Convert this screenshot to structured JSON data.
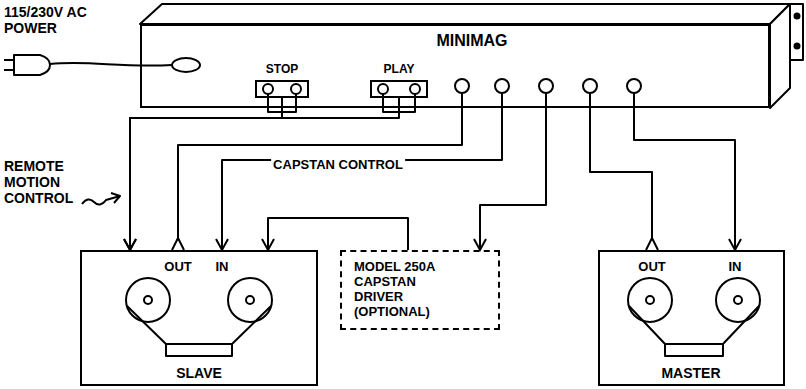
{
  "diagram": {
    "nodes": [
      {
        "text": [
          "MINIMAG"
        ]
      },
      {
        "text": [
          "STOP"
        ],
        "in": 0
      },
      {
        "text": [
          "PLAY"
        ],
        "in": 0
      },
      {
        "text": [
          "OUT",
          "IN",
          "SLAVE"
        ]
      },
      {
        "text": [
          "MODEL 250A CAPSTAN DRIVER (OPTIONAL)"
        ]
      },
      {
        "text": [
          "OUT",
          "IN",
          "MASTER"
        ]
      }
    ],
    "edges": [
      {
        "from": 1,
        "to": 3,
        "arrow": "to"
      },
      {
        "from": 2,
        "to": 3,
        "arrow": "to"
      },
      {
        "from": 0,
        "to": 3,
        "arrow": "to"
      },
      {
        "from": 0,
        "to": 3,
        "arrow": "to"
      },
      {
        "from": 4,
        "to": 3,
        "label": "CAPSTAN CONTROL",
        "arrow": "to"
      },
      {
        "from": 0,
        "to": 4,
        "arrow": "to"
      },
      {
        "from": 0,
        "to": 5,
        "arrow": "to"
      },
      {
        "from": 0,
        "to": 5,
        "arrow": "to"
      }
    ],
    "labels": [
      "115/230V AC POWER",
      "REMOTE MOTION CONTROL"
    ]
  }
}
